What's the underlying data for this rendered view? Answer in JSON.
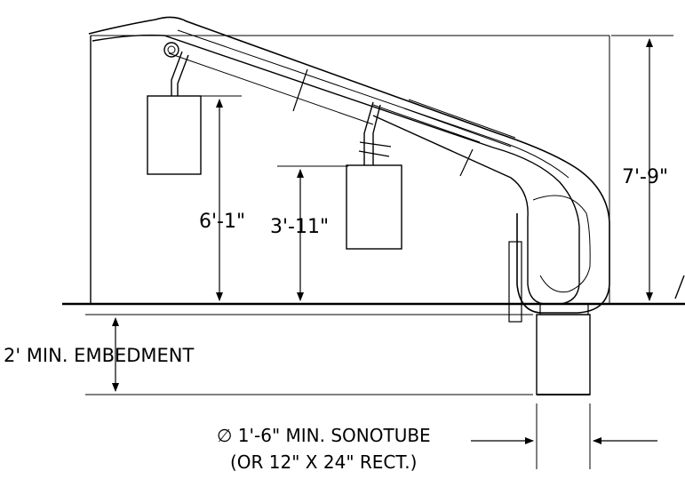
{
  "dimensions": {
    "overall_height": "7'-9\"",
    "upper_hanger_height": "6'-1\"",
    "lower_hanger_height": "3'-11\"",
    "embedment": "2' MIN. EMBEDMENT",
    "sonotube_line1": "∅ 1'-6\" MIN. SONOTUBE",
    "sonotube_line2": "(OR 12\" X 24\" RECT.)"
  },
  "colors": {
    "line": "#000000",
    "background": "#ffffff"
  }
}
